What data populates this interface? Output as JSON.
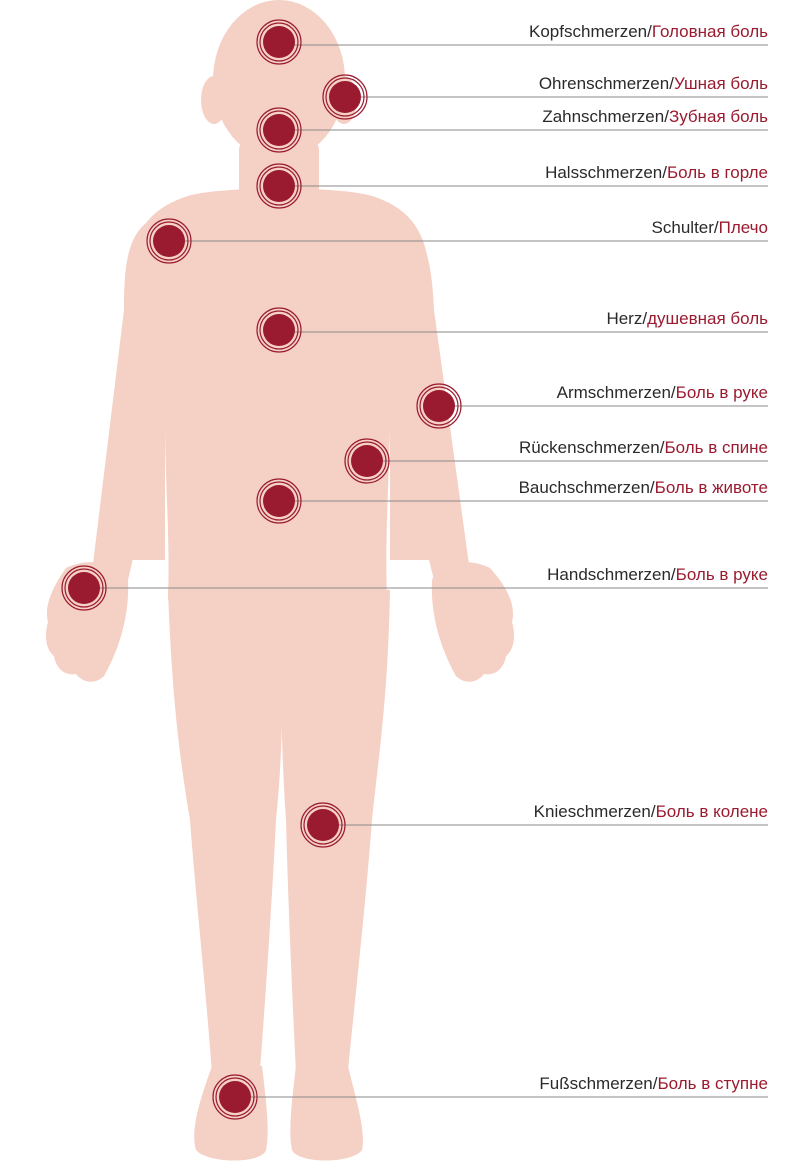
{
  "colors": {
    "body": "#f5d0c4",
    "marker": "#9a1b2f",
    "leader_line": "#8a8a8a",
    "label_de": "#2a2a2a",
    "label_ru": "#9a1b2f"
  },
  "separator": "/",
  "points": [
    {
      "id": "head",
      "de": "Kopfschmerzen",
      "ru": "Головная боль"
    },
    {
      "id": "ear",
      "de": "Ohrenschmerzen",
      "ru": "Ушная боль"
    },
    {
      "id": "tooth",
      "de": "Zahnschmerzen",
      "ru": "Зубная боль"
    },
    {
      "id": "throat",
      "de": "Halsschmerzen",
      "ru": "Боль в горле"
    },
    {
      "id": "shoulder",
      "de": "Schulter",
      "ru": "Плечо"
    },
    {
      "id": "heart",
      "de": "Herz",
      "ru": "душевная боль"
    },
    {
      "id": "arm",
      "de": "Armschmerzen",
      "ru": "Боль в руке"
    },
    {
      "id": "back",
      "de": "Rückenschmerzen",
      "ru": "Боль в спине"
    },
    {
      "id": "belly",
      "de": "Bauchschmerzen",
      "ru": "Боль в животе"
    },
    {
      "id": "hand",
      "de": "Handschmerzen",
      "ru": "Боль в руке"
    },
    {
      "id": "knee",
      "de": "Knieschmerzen",
      "ru": "Боль в колене"
    },
    {
      "id": "foot",
      "de": "Fußschmerzen",
      "ru": "Боль в ступне"
    }
  ]
}
